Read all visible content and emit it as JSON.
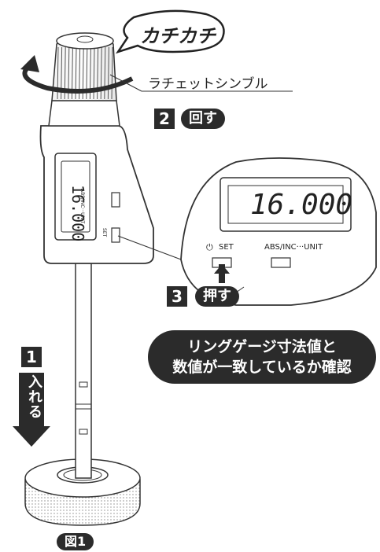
{
  "callouts": {
    "click_sound": "カチカチ",
    "ratchet_label": "ラチェットシンブル",
    "step1_num": "1",
    "step1_text": "入れる",
    "step2_num": "2",
    "step2_text": "回す",
    "step3_num": "3",
    "step3_text": "押す",
    "banner_line1": "リングゲージ寸法値と",
    "banner_line2": "数値が一致しているか確認",
    "figure_label": "図1"
  },
  "device": {
    "display_value": "16.000",
    "zoom_display_value": "16.000",
    "abs_inc_unit_label": "ABS/INC···UNIT",
    "set_label": "SET",
    "small_set_label": "SET",
    "small_abs_label": "ABS/INC···UNIT"
  },
  "icons": {
    "power": "power-icon",
    "rotate_arrow": "rotation-arrow-icon",
    "down_arrow": "down-arrow-icon"
  }
}
